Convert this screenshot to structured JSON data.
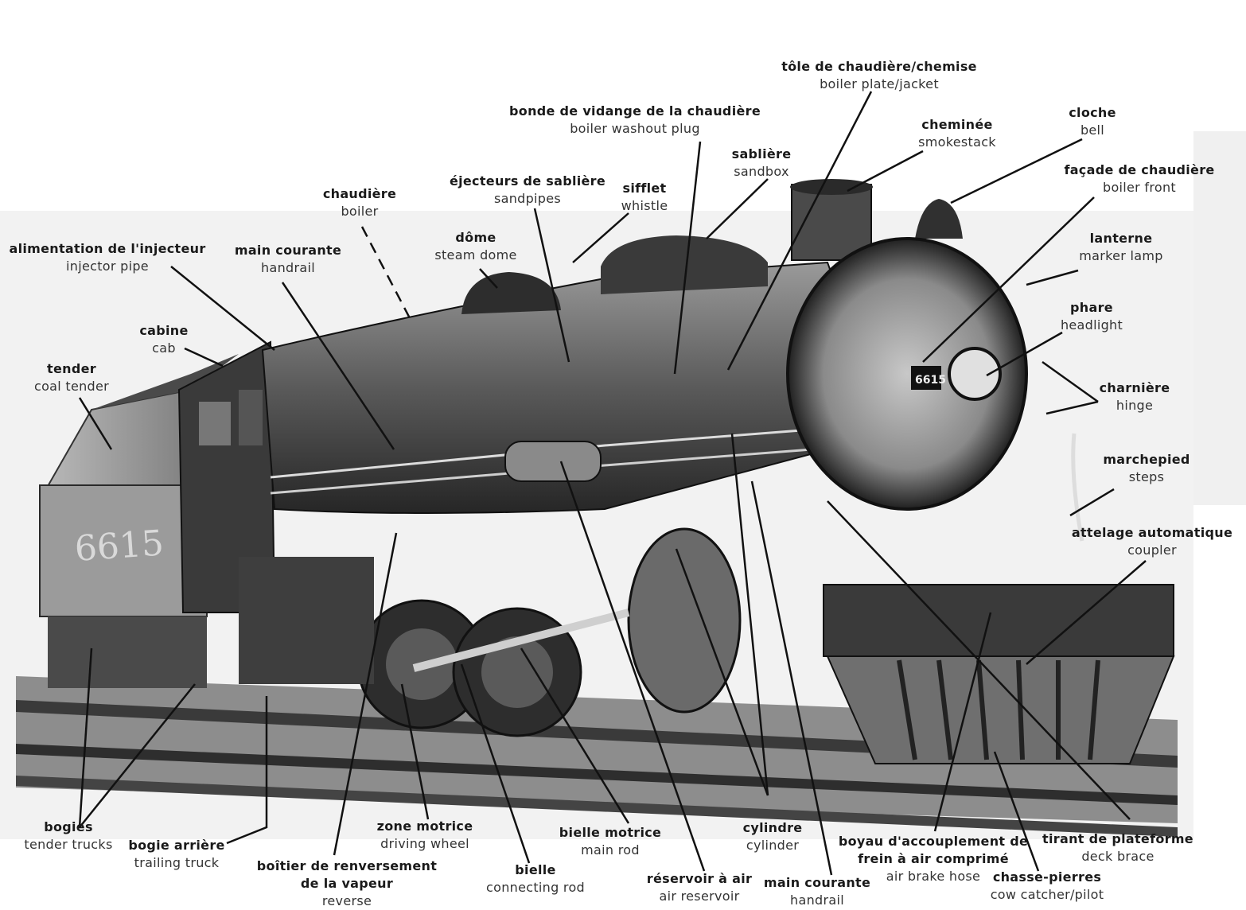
{
  "title": "",
  "locomotive_number": "6615",
  "colors": {
    "paper": "#ffffff",
    "photo_dark": "#1c1c1c",
    "photo_mid": "#6e6e6e",
    "photo_light": "#bdbdbd",
    "leader": "#111111"
  },
  "labels": [
    {
      "id": "boiler-plate",
      "fr": "tôle de chaudière/chemise",
      "en": "boiler plate/jacket"
    },
    {
      "id": "washout-plug",
      "fr": "bonde de vidange de la chaudière",
      "en": "boiler washout plug"
    },
    {
      "id": "bell",
      "fr": "cloche",
      "en": "bell"
    },
    {
      "id": "smokestack",
      "fr": "cheminée",
      "en": "smokestack"
    },
    {
      "id": "sandbox",
      "fr": "sablière",
      "en": "sandbox"
    },
    {
      "id": "boiler-front",
      "fr": "façade de chaudière",
      "en": "boiler front"
    },
    {
      "id": "sandpipes",
      "fr": "éjecteurs de sablière",
      "en": "sandpipes"
    },
    {
      "id": "whistle",
      "fr": "sifflet",
      "en": "whistle"
    },
    {
      "id": "boiler",
      "fr": "chaudière",
      "en": "boiler"
    },
    {
      "id": "steam-dome",
      "fr": "dôme",
      "en": "steam dome"
    },
    {
      "id": "injector-pipe",
      "fr": "alimentation de l'injecteur",
      "en": "injector pipe"
    },
    {
      "id": "handrail-top",
      "fr": "main courante",
      "en": "handrail"
    },
    {
      "id": "marker-lamp",
      "fr": "lanterne",
      "en": "marker lamp"
    },
    {
      "id": "headlight",
      "fr": "phare",
      "en": "headlight"
    },
    {
      "id": "cab",
      "fr": "cabine",
      "en": "cab"
    },
    {
      "id": "coal-tender",
      "fr": "tender",
      "en": "coal tender"
    },
    {
      "id": "hinge",
      "fr": "charnière",
      "en": "hinge"
    },
    {
      "id": "steps",
      "fr": "marchepied",
      "en": "steps"
    },
    {
      "id": "coupler",
      "fr": "attelage automatique",
      "en": "coupler"
    },
    {
      "id": "tender-trucks",
      "fr": "bogies",
      "en": "tender trucks"
    },
    {
      "id": "trailing-truck",
      "fr": "bogie arrière",
      "en": "trailing truck"
    },
    {
      "id": "driving-wheel",
      "fr": "zone motrice",
      "en": "driving wheel"
    },
    {
      "id": "reverse",
      "fr": "boîtier de renversement de la vapeur",
      "en": "reverse"
    },
    {
      "id": "connecting-rod",
      "fr": "bielle",
      "en": "connecting rod"
    },
    {
      "id": "main-rod",
      "fr": "bielle motrice",
      "en": "main rod"
    },
    {
      "id": "air-reservoir",
      "fr": "réservoir à air",
      "en": "air reservoir"
    },
    {
      "id": "cylinder",
      "fr": "cylindre",
      "en": "cylinder"
    },
    {
      "id": "handrail-bottom",
      "fr": "main courante",
      "en": "handrail"
    },
    {
      "id": "air-brake-hose",
      "fr": "boyau d'accouplement de frein à air comprimé",
      "en": "air brake hose"
    },
    {
      "id": "deck-brace",
      "fr": "tirant de plateforme",
      "en": "deck brace"
    },
    {
      "id": "cow-catcher",
      "fr": "chasse-pierres",
      "en": "cow catcher/pilot"
    }
  ]
}
